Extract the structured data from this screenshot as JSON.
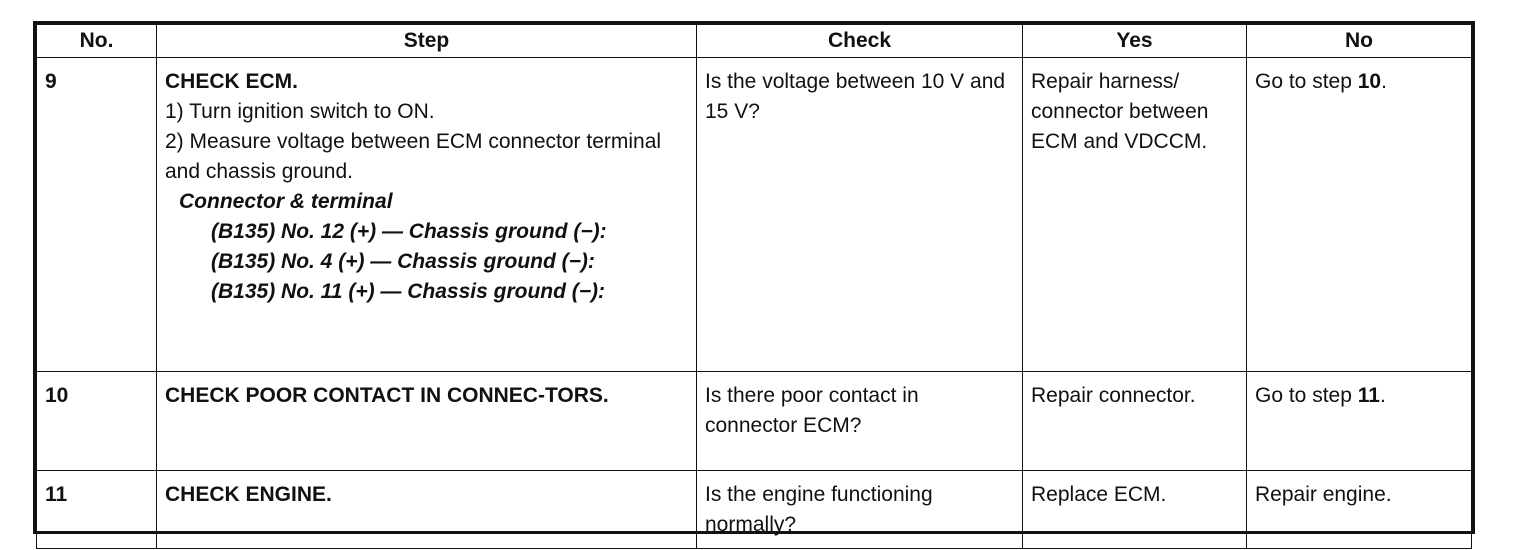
{
  "headers": {
    "no": "No.",
    "step": "Step",
    "check": "Check",
    "yes": "Yes",
    "no_col": "No"
  },
  "rows": [
    {
      "no": "9",
      "step_title": "CHECK ECM.",
      "step_lines": [
        "1) Turn ignition switch to ON.",
        "2) Measure voltage between ECM connector terminal and chassis ground."
      ],
      "connector_label": "Connector & terminal",
      "connector_items": [
        "(B135) No. 12 (+) — Chassis ground (−):",
        "(B135) No. 4 (+) — Chassis ground (−):",
        "(B135) No. 11 (+) — Chassis ground (−):"
      ],
      "check": "Is the voltage between 10 V and 15 V?",
      "yes": "Repair harness/ connector between ECM and VDCCM.",
      "no_prefix": "Go to step ",
      "no_step": "10",
      "no_suffix": "."
    },
    {
      "no": "10",
      "step_title": "CHECK POOR CONTACT IN CONNEC-TORS.",
      "check": "Is there poor contact in connector ECM?",
      "yes": "Repair connector.",
      "no_prefix": "Go to step ",
      "no_step": "11",
      "no_suffix": "."
    },
    {
      "no": "11",
      "step_title": "CHECK ENGINE.",
      "check": "Is the engine functioning normally?",
      "yes": "Replace ECM.",
      "no_text": "Repair engine."
    }
  ]
}
